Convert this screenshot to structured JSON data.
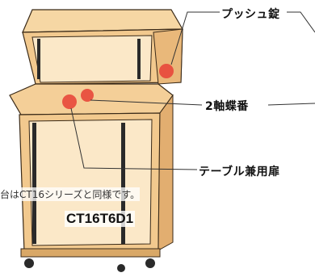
{
  "callouts": {
    "lock": "プッシュ錠",
    "hinge": "2軸蝶番",
    "door": "テーブル兼用扉"
  },
  "note": "台はCT16シリーズと同様です。",
  "model": "CT16T6D1",
  "colors": {
    "wood": "#F2C98E",
    "wood_dark": "#D9A867",
    "outline": "#3A2A18",
    "marker": "#E8473A",
    "rail": "#2A2A2A"
  }
}
